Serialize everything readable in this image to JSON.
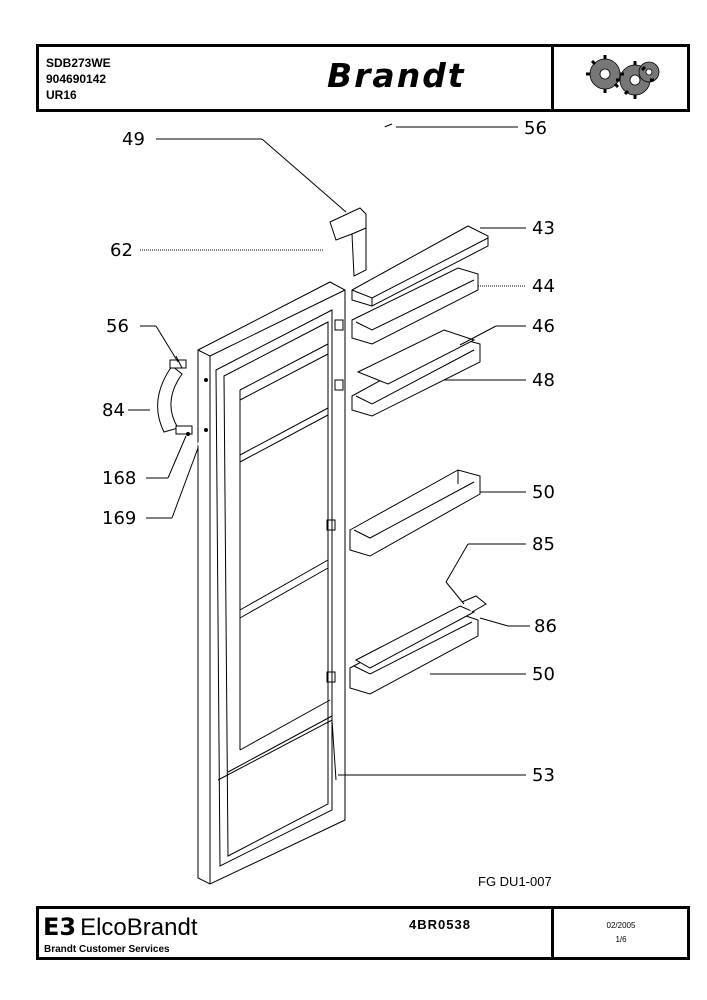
{
  "header": {
    "model": "SDB273WE",
    "part_number": "904690142",
    "version": "UR16",
    "brand": "Brandt"
  },
  "diagram": {
    "callouts": {
      "c49": "49",
      "c56_top": "56",
      "c62": "62",
      "c43": "43",
      "c44": "44",
      "c56_left": "56",
      "c46": "46",
      "c48": "48",
      "c84": "84",
      "c168": "168",
      "c169": "169",
      "c50_mid": "50",
      "c85": "85",
      "c86": "86",
      "c50_low": "50",
      "c53": "53"
    },
    "reference": "FG DU1-007"
  },
  "footer": {
    "company": "ElcoBrandt",
    "company_mark": "E3",
    "services": "Brandt Customer Services",
    "doc_code": "4BR0538",
    "date": "02/2005",
    "page": "1/6"
  }
}
